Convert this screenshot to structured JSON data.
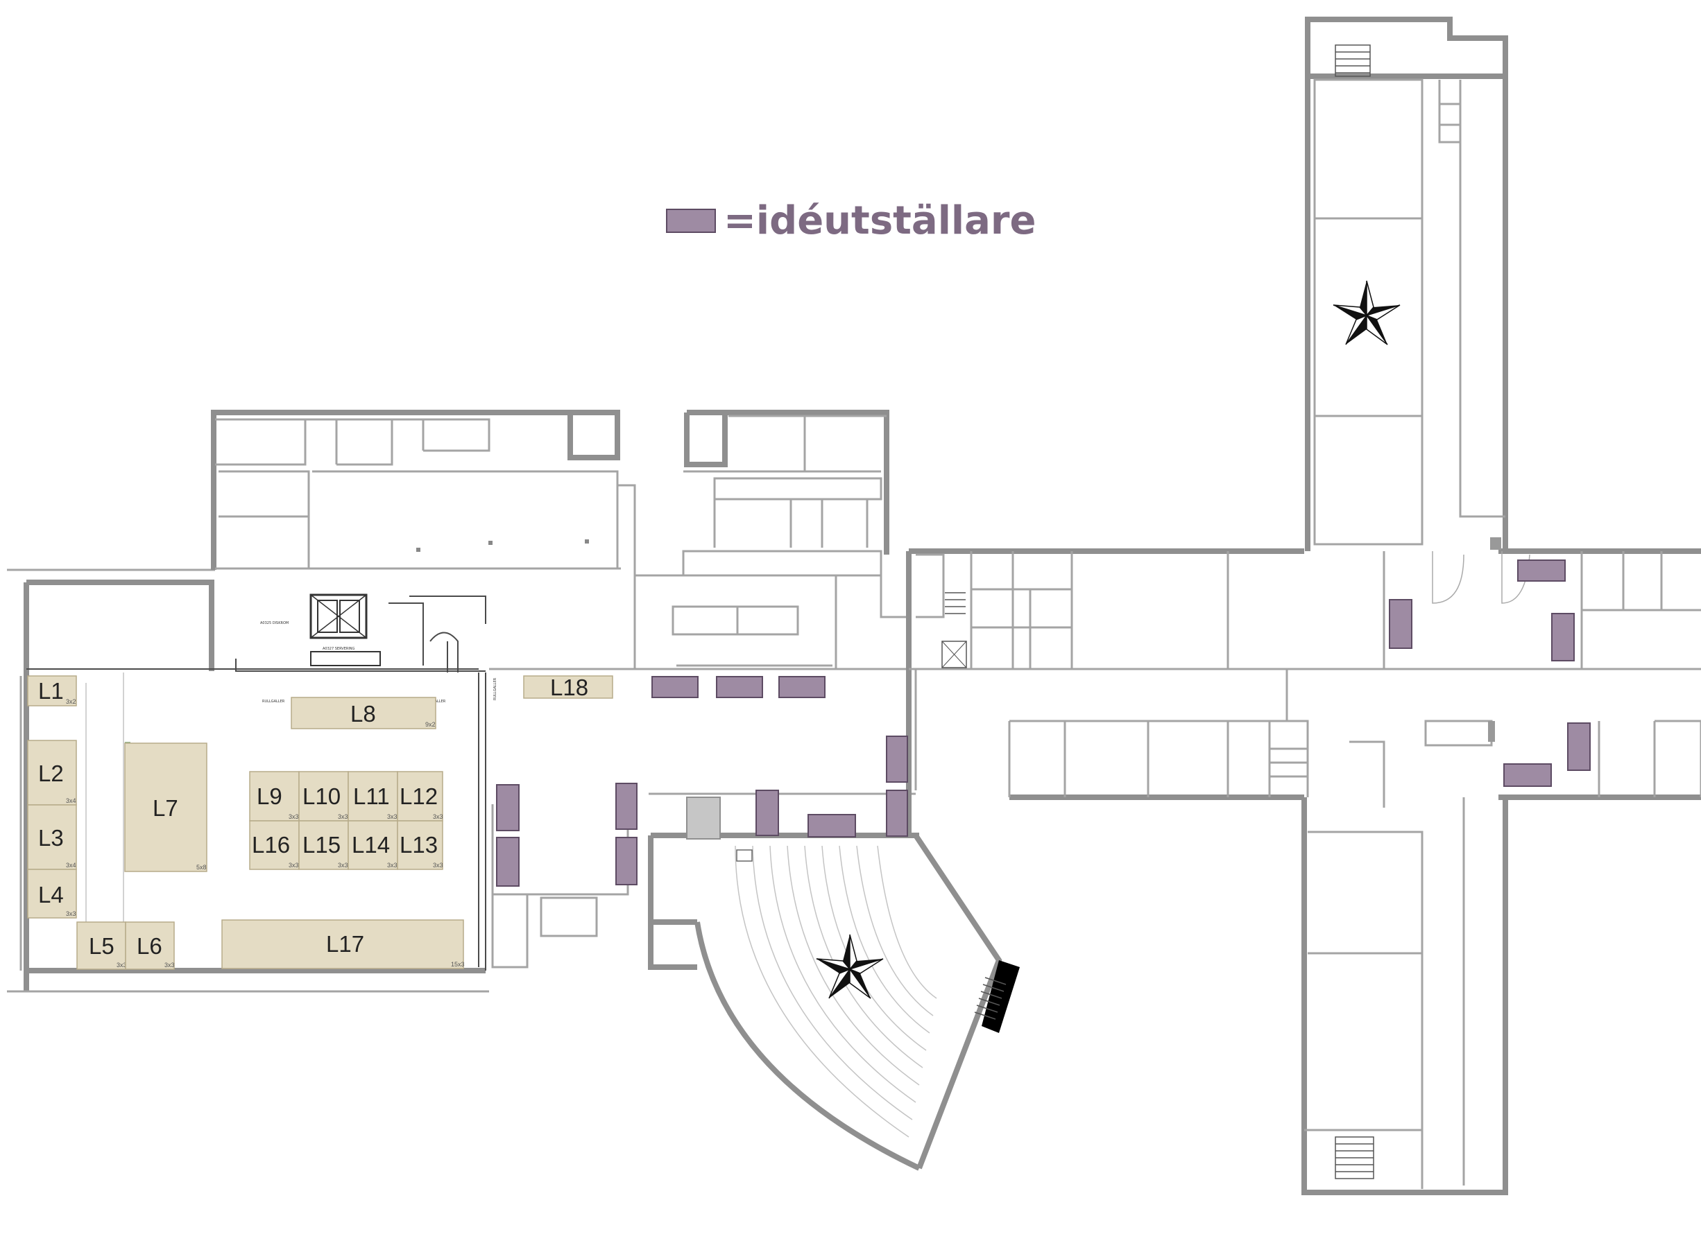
{
  "legend": {
    "swatch_color": "#9e8ba3",
    "text": "=idéutställare"
  },
  "booths": [
    {
      "id": "L1",
      "label": "L1",
      "size": "3x2"
    },
    {
      "id": "L2",
      "label": "L2",
      "size": "3x4"
    },
    {
      "id": "L3",
      "label": "L3",
      "size": "3x4"
    },
    {
      "id": "L4",
      "label": "L4",
      "size": "3x3"
    },
    {
      "id": "L5",
      "label": "L5",
      "size": "3x3"
    },
    {
      "id": "L6",
      "label": "L6",
      "size": "3x3"
    },
    {
      "id": "L7",
      "label": "L7",
      "size": "5x8"
    },
    {
      "id": "L8",
      "label": "L8",
      "size": "9x2"
    },
    {
      "id": "L9",
      "label": "L9",
      "size": "3x3"
    },
    {
      "id": "L10",
      "label": "L10",
      "size": "3x3"
    },
    {
      "id": "L11",
      "label": "L11",
      "size": "3x3"
    },
    {
      "id": "L12",
      "label": "L12",
      "size": "3x3"
    },
    {
      "id": "L13",
      "label": "L13",
      "size": "3x3"
    },
    {
      "id": "L14",
      "label": "L14",
      "size": "3x3"
    },
    {
      "id": "L15",
      "label": "L15",
      "size": "3x3"
    },
    {
      "id": "L16",
      "label": "L16",
      "size": "3x3"
    },
    {
      "id": "L17",
      "label": "L17",
      "size": "15x3"
    },
    {
      "id": "L18",
      "label": "L18",
      "size": ""
    }
  ],
  "idea_exhibitor_count": 16,
  "landmarks": [
    "star-icon",
    "star-icon"
  ],
  "room_labels": {
    "kitchen_a": "A0325 DISKROM",
    "kitchen_b": "A0327 SERVERING",
    "railing_1": "RULLGALLER",
    "railing_2": "RULLGALLER",
    "railing_3": "RULLGALLER"
  },
  "colors": {
    "wall": "#8f8f8f",
    "booth_fill": "#e4dcc4",
    "idea_fill": "#9e8ba3",
    "legend_text": "#7d6a82"
  }
}
